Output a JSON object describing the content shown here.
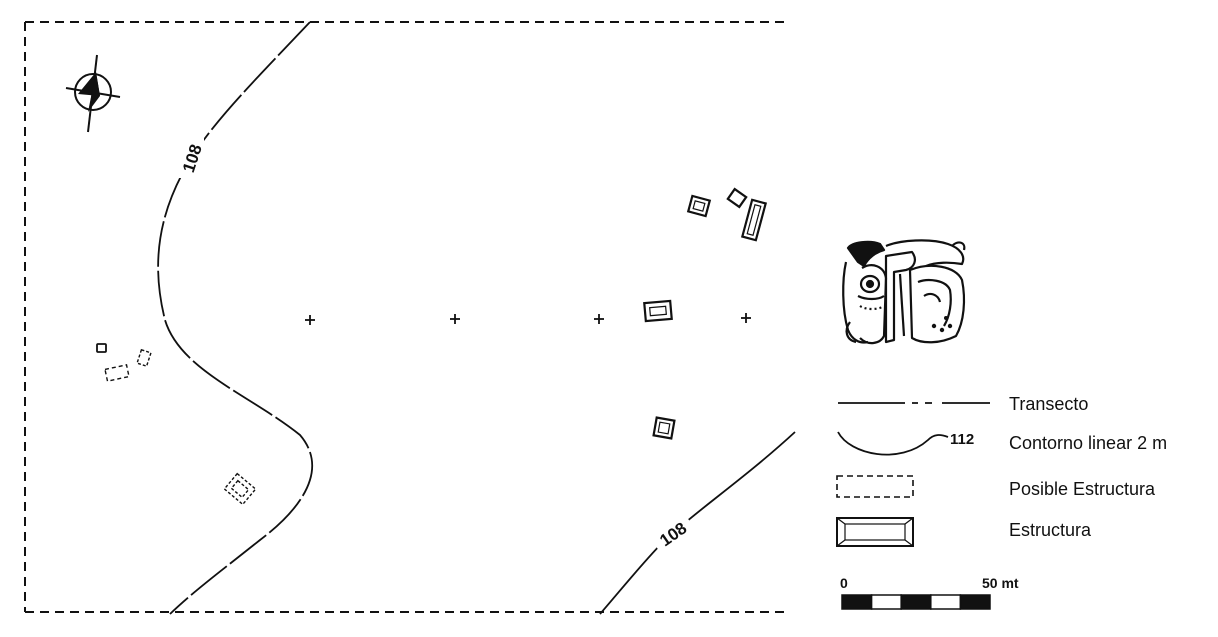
{
  "map": {
    "contours": {
      "upper_label": "108",
      "lower_label": "108"
    },
    "legend": {
      "items": [
        {
          "symbol": "transect-line",
          "label": "Transecto"
        },
        {
          "symbol": "contour-line",
          "label": "Contorno linear 2 m",
          "sample_value": "112"
        },
        {
          "symbol": "dashed-rectangle",
          "label": "Posible Estructura"
        },
        {
          "symbol": "beveled-rectangle",
          "label": "Estructura"
        }
      ]
    },
    "scale_bar": {
      "start_label": "0",
      "end_label": "50 mt",
      "segments": 5
    },
    "north_arrow": {
      "icon": "north-arrow-icon"
    },
    "glyph": {
      "icon": "maya-glyph-icon"
    },
    "colors": {
      "ink": "#111111",
      "paper": "#ffffff"
    }
  }
}
